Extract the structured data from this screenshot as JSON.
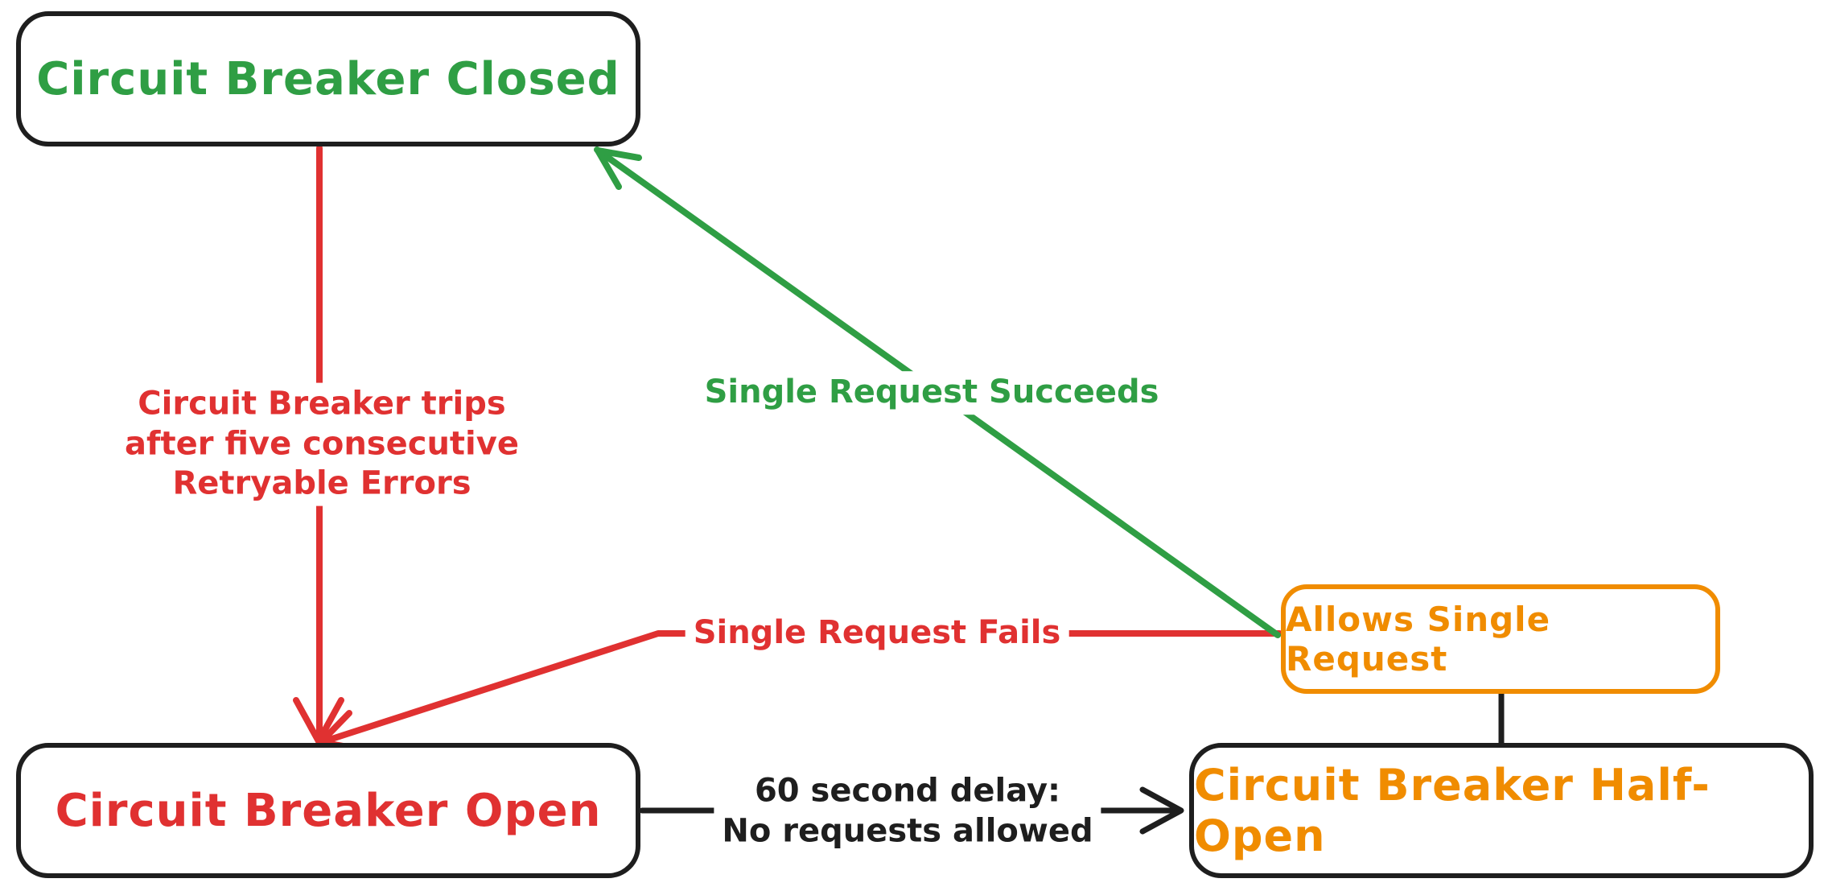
{
  "diagram": {
    "title": "Circuit Breaker state diagram",
    "background_color": "#ffffff",
    "colors": {
      "green": "#2f9e44",
      "red": "#e03131",
      "orange": "#f08c00",
      "black": "#1e1e1e"
    },
    "nodes": {
      "closed": {
        "label": "Circuit Breaker Closed",
        "text_color": "#2f9e44",
        "border_color": "#1e1e1e"
      },
      "open": {
        "label": "Circuit Breaker Open",
        "text_color": "#e03131",
        "border_color": "#1e1e1e"
      },
      "half_open": {
        "label": "Circuit Breaker Half-Open",
        "text_color": "#f08c00",
        "border_color": "#1e1e1e"
      },
      "allows": {
        "label": "Allows Single Request",
        "text_color": "#f08c00",
        "border_color": "#f08c00"
      }
    },
    "edges": {
      "trips": {
        "from": "closed",
        "to": "open",
        "color": "#e03131",
        "lines": [
          "Circuit Breaker trips",
          "after five consecutive",
          "Retryable Errors"
        ]
      },
      "succeeds": {
        "from": "allows",
        "to": "closed",
        "color": "#2f9e44",
        "label": "Single Request Succeeds"
      },
      "fails": {
        "from": "allows",
        "to": "open",
        "color": "#e03131",
        "label": "Single Request Fails"
      },
      "delay": {
        "from": "open",
        "to": "half_open",
        "color": "#1e1e1e",
        "lines": [
          "60 second delay:",
          "No requests allowed"
        ]
      },
      "connector": {
        "from": "allows",
        "to": "half_open",
        "color": "#1e1e1e",
        "label": ""
      }
    }
  }
}
